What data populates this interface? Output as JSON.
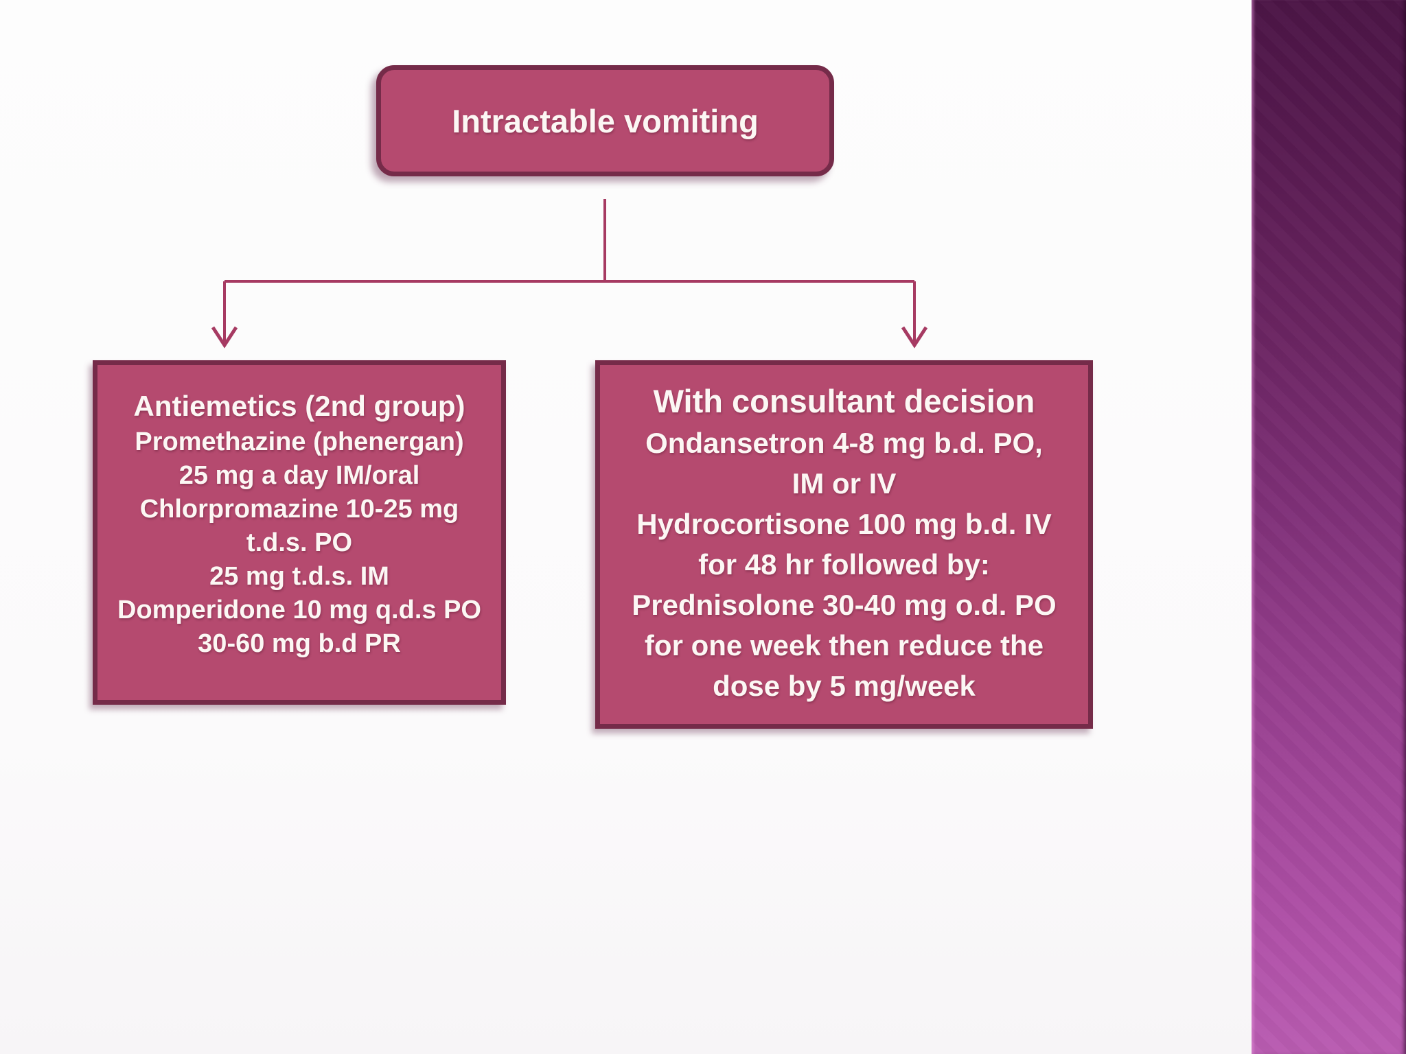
{
  "colors": {
    "node_fill": "#b54a6f",
    "node_border": "#752b49",
    "connector_line": "#a63a62",
    "node_text": "#fcf7f4",
    "accent_bar_top": "#4c1546",
    "accent_bar_middle": "#8e3a87",
    "accent_bar_bottom": "#b95cb1",
    "slide_background": "#fcfbfc"
  },
  "flowchart": {
    "root": {
      "label": "Intractable vomiting"
    },
    "branches": [
      {
        "title": "Antiemetics (2nd group)",
        "lines": [
          "Promethazine (phenergan)",
          "25 mg a day IM/oral",
          "Chlorpromazine 10-25 mg",
          "t.d.s. PO",
          "25 mg t.d.s. IM",
          "Domperidone 10 mg q.d.s PO",
          "30-60 mg b.d PR"
        ]
      },
      {
        "title": "With consultant decision",
        "lines": [
          "Ondansetron 4-8 mg b.d. PO,",
          "IM or IV",
          "Hydrocortisone 100 mg b.d. IV",
          "for 48 hr followed by:",
          "Prednisolone 30-40 mg o.d. PO",
          "for one week then reduce the",
          "dose by 5 mg/week"
        ]
      }
    ]
  }
}
